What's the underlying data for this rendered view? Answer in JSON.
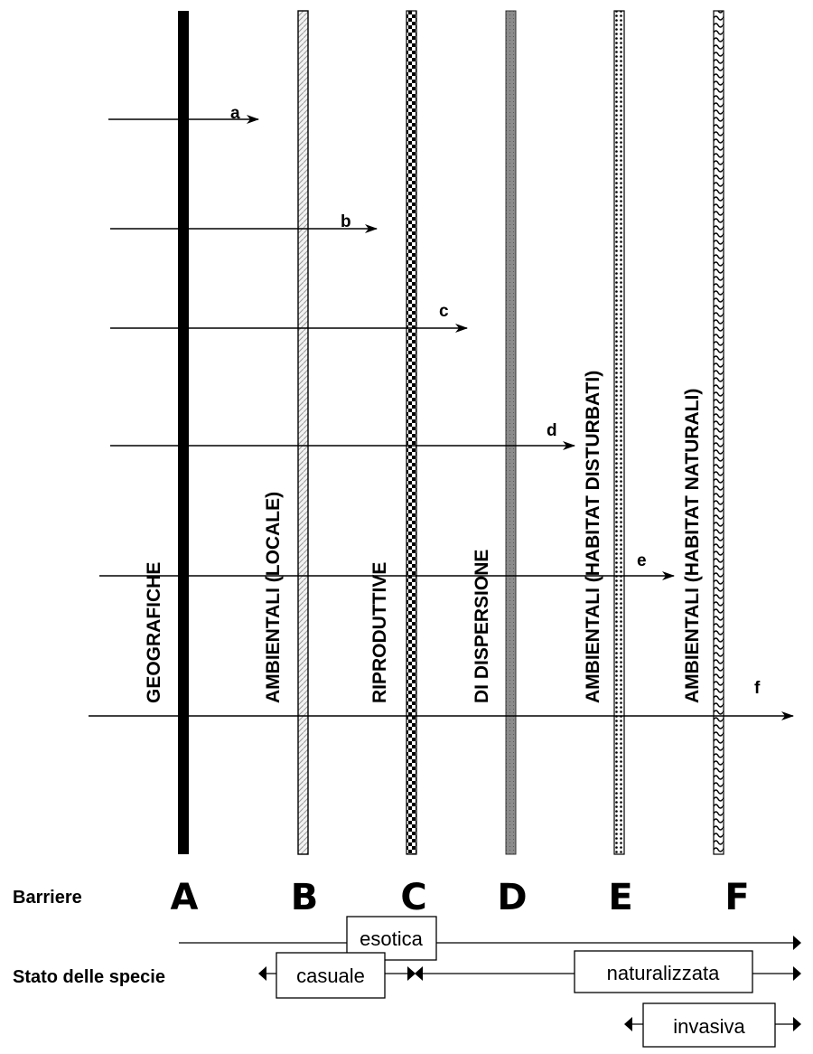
{
  "barriers": [
    {
      "letter": "A",
      "label": "GEOGRAFICHE",
      "pattern": "solid"
    },
    {
      "letter": "B",
      "label": "AMBIENTALI  (LOCALE)",
      "pattern": "light-hatch"
    },
    {
      "letter": "C",
      "label": "RIPRODUTTIVE",
      "pattern": "checker"
    },
    {
      "letter": "D",
      "label": "DI DISPERSIONE",
      "pattern": "gray"
    },
    {
      "letter": "E",
      "label": "AMBIENTALI (HABITAT DISTURBATI)",
      "pattern": "dotted"
    },
    {
      "letter": "F",
      "label": "AMBIENTALI (HABITAT NATURALI)",
      "pattern": "wavy"
    }
  ],
  "arrows": [
    "a",
    "b",
    "c",
    "d",
    "e",
    "f"
  ],
  "row_labels": {
    "barriers": "Barriere",
    "status": "Stato delle specie"
  },
  "status": {
    "esotica": "esotica",
    "casuale": "casuale",
    "naturalizzata": "naturalizzata",
    "invasiva": "invasiva"
  },
  "colors": {
    "line": "#000000",
    "gray_bar": "#8c8c8c"
  }
}
